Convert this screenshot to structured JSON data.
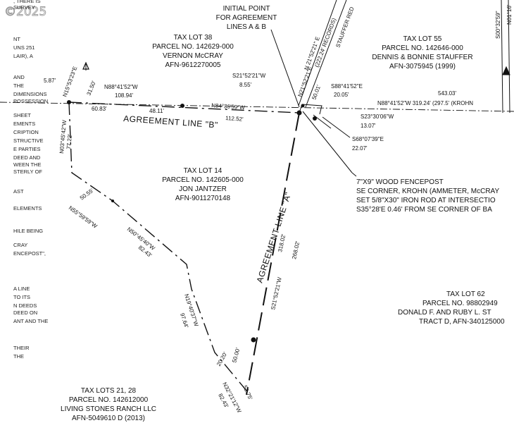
{
  "watermark": "©2025",
  "tax_lots": {
    "lot38": {
      "title": "TAX LOT 38",
      "parcel": "PARCEL NO. 142629-000",
      "owner": "VERNON McCRAY",
      "afn": "AFN-9612270005"
    },
    "lot55": {
      "title": "TAX LOT 55",
      "parcel": "PARCEL NO. 142646-000",
      "owner": "DENNIS & BONNIE STAUFFER",
      "afn": "AFN-3075945 (1999)"
    },
    "lot14": {
      "title": "TAX LOT 14",
      "parcel": "PARCEL NO. 142605-000",
      "owner": "JON JANTZER",
      "afn": "AFN-9011270148"
    },
    "lot62": {
      "title": "TAX LOT 62",
      "parcel": "PARCEL NO. 98802949",
      "owner": "DONALD F. AND RUBY L. ST",
      "afn": "TRACT D, AFN-340125000"
    },
    "lots2128": {
      "title": "TAX LOTS 21, 28",
      "parcel": "PARCEL NO. 142612000",
      "owner": "LIVING STONES RANCH LLC",
      "afn": "AFN-5049610 D (2013)"
    }
  },
  "initial_point": [
    "INITIAL POINT",
    "FOR AGREEMENT",
    "LINES A & B"
  ],
  "agreement_line_b": "AGREEMENT LINE \"B\"",
  "agreement_line_a": "AGREEMENT LINE \"A\"",
  "fencepost_note": [
    "7\"X9\" WOOD FENCEPOST",
    "SE CORNER, KROHN (AMMETER, McCRAY",
    "SET 5/8\"X30\" IRON ROD AT INTERSECTIO",
    "S35°28'E 0.46' FROM SE CORNER OF BA"
  ],
  "bearings": {
    "n88_108": "N88°41'52\"W",
    "d108": "108.94'",
    "d5087": "5.87'",
    "n15_top": "N15°53'23\"E",
    "d31": "31.50'",
    "d6083": "60.83'",
    "d4811": "48.11'",
    "n84": "N84°36'59\"W",
    "d11252": "112.52'",
    "s21_top": "S21°52'21\"W",
    "d855": "8.55'",
    "s88": "S88°41'52\"E",
    "d2005": "20.05'",
    "s23": "S23°30'06\"W",
    "d1307": "13.07'",
    "s68": "S68°07'39\"E",
    "d2207": "22.07'",
    "d54303": "543.03'",
    "n88_right": "N88°41'52\"W 319.24' (297.5' (KROHN",
    "n03": "N03°45'42\"W",
    "d7722": "77.22'",
    "d5055": "50.55'",
    "n55": "N55°59'59\"W",
    "n50": "N50°45'40\"W",
    "d8243a": "82.43'",
    "n19": "N19°40'37\"W",
    "d9764": "97.64'",
    "d318": "318.02'",
    "d26805": "268.02'",
    "s21_mid": "S21°52'21\"W",
    "d5000": "50.00'",
    "d2020": "20.20'",
    "n32": "N32°21'12\"W",
    "d8243b": "82.43'",
    "d5275": "52.75'",
    "n21_top": "N 21°52'21\" E",
    "d2222": "(222.24' RECORDS)",
    "stauffer": "STAUFFER RED",
    "n21_d": "N21°52'21\"E",
    "d5001": "50.01'",
    "s00": "S00°32'59\"",
    "n01": "N01°16'"
  },
  "left_fragments": [
    ", THERE IS",
    "SURVEY",
    "NT",
    "UNS 251",
    "LAIR), A",
    "AND",
    "THE",
    "DIMENSIONS",
    "POSSESSION",
    "SHEET",
    "EMENTS",
    "CRIPTION",
    "STRUCTIVE",
    "E PARTIES",
    "DEED AND",
    "WEEN THE",
    "STERLY OF",
    "AST",
    "ELEMENTS",
    "HILE BEING",
    "CRAY",
    "ENCEPOST\",",
    "A LINE",
    "TO ITS",
    "N DEEDS",
    "DEED ON",
    "ANT AND THE",
    "THEIR",
    "THE"
  ]
}
